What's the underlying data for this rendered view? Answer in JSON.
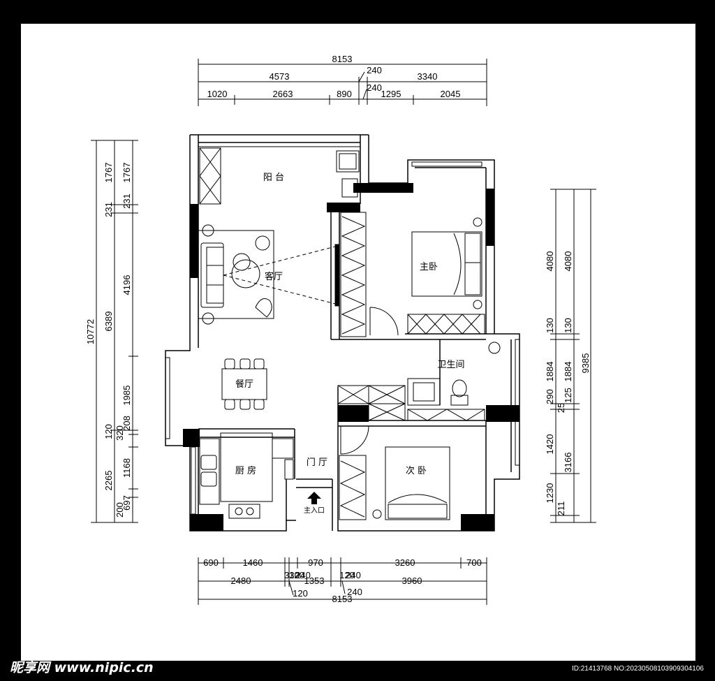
{
  "rooms": {
    "balcony": "阳 台",
    "living": "客厅",
    "master_bedroom": "主卧",
    "bathroom": "卫生间",
    "dining": "餐厅",
    "kitchen": "厨 房",
    "foyer": "门 厅",
    "second_bedroom": "次 卧",
    "entrance": "主入口"
  },
  "dimensions": {
    "top": {
      "overall": "8153",
      "row2": [
        "4573",
        "240",
        "3340"
      ],
      "row3": [
        "1020",
        "2663",
        "890",
        "240",
        "1295",
        "2045"
      ]
    },
    "bottom": {
      "row1": [
        "690",
        "1460",
        "330",
        "120",
        "240",
        "970",
        "120",
        "240",
        "3260",
        "700"
      ],
      "row2": [
        "2480",
        "1353",
        "120",
        "240",
        "3960"
      ],
      "row3": [
        "120",
        "8153",
        "240"
      ]
    },
    "left": {
      "outer": "10772",
      "mid": [
        "231",
        "6389",
        "2265"
      ],
      "inner": [
        "1767",
        "231",
        "4196",
        "1985",
        "120",
        "208",
        "320",
        "1168",
        "200",
        "697"
      ]
    },
    "right": {
      "outer": "9385",
      "mid": [
        "4080",
        "130",
        "1884",
        "125",
        "3166"
      ],
      "inner": [
        "4080",
        "130",
        "1884",
        "290",
        "25",
        "1420",
        "1230",
        "211"
      ]
    }
  },
  "watermark": {
    "site": "昵享网 www.nipic.cn",
    "id": "ID:21413768 NO:20230508103909304106"
  }
}
